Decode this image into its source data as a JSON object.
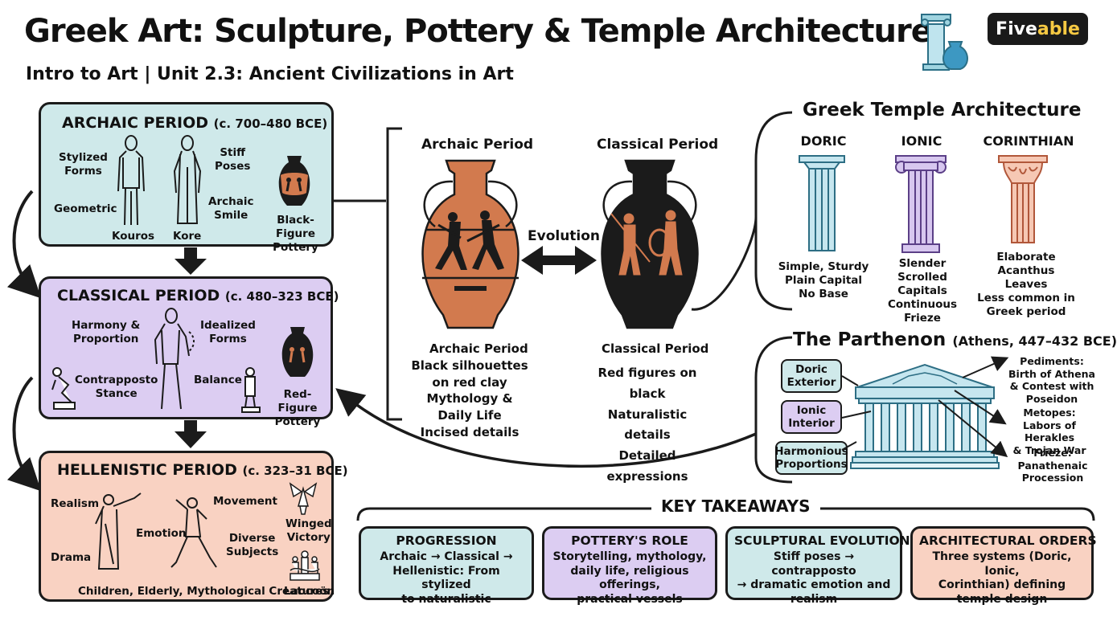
{
  "header": {
    "title": "Greek Art: Sculpture, Pottery & Temple Architecture",
    "subtitle": "Intro to Art | Unit 2.3: Ancient Civilizations in Art",
    "brand_a": "Five",
    "brand_b": "able"
  },
  "archaic": {
    "title": "ARCHAIC PERIOD",
    "dates": "(c. 700–480 BCE)",
    "stylized": "Stylized\nForms",
    "geometric": "Geometric",
    "kouros": "Kouros",
    "kore": "Kore",
    "stiff": "Stiff\nPoses",
    "smile": "Archaic\nSmile",
    "pottery": "Black-Figure\nPottery"
  },
  "classical": {
    "title": "CLASSICAL PERIOD",
    "dates": "(c. 480–323 BCE)",
    "harmony": "Harmony &\nProportion",
    "idealized": "Idealized\nForms",
    "contrapposto": "Contrapposto\nStance",
    "balance": "Balance",
    "pottery": "Red-Figure\nPottery"
  },
  "hellenistic": {
    "title": "HELLENISTIC PERIOD",
    "dates": "(c. 323–31 BCE)",
    "realism": "Realism",
    "movement": "Movement",
    "emotion": "Emotion",
    "drama": "Drama",
    "diverse": "Diverse\nSubjects",
    "winged": "Winged\nVictory",
    "children": "Children, Elderly, Mythological Creatures",
    "laocoon": "Laocoön"
  },
  "pottery": {
    "archaic_head": "Archaic Period",
    "classical_head": "Classical Period",
    "evolution": "Evolution",
    "archaic_desc_title": "Archaic Period",
    "archaic_desc": "Black silhouettes\non red clay\nMythology & Daily Life\nIncised details",
    "classical_desc_title": "Classical Period",
    "classical_desc": "Red figures on black\nNaturalistic details\nDetailed expressions"
  },
  "temple": {
    "title": "Greek Temple Architecture",
    "doric": "DORIC",
    "ionic": "IONIC",
    "corinthian": "CORINTHIAN",
    "doric_desc": "Simple, Sturdy\nPlain Capital\nNo Base",
    "ionic_desc": "Slender\nScrolled Capitals\nContinuous Frieze",
    "corinthian_desc": "Elaborate\nAcanthus Leaves\nLess common in\nGreek period"
  },
  "parthenon": {
    "title": "The Parthenon",
    "place": "(Athens, 447–432 BCE)",
    "doric_ext": "Doric\nExterior",
    "ionic_int": "Ionic\nInterior",
    "harmonious": "Harmonious\nProportions",
    "pediments": "Pediments:\nBirth of Athena\n& Contest with\nPoseidon",
    "metopes": "Metopes:\nLabors of Herakles\n& Trojan War",
    "frieze": "Frieze:\nPanathenaic\nProcession"
  },
  "takeaways": {
    "title": "KEY TAKEAWAYS",
    "items": [
      {
        "head": "PROGRESSION",
        "body": "Archaic → Classical →\nHellenistic: From stylized\nto naturalistic"
      },
      {
        "head": "POTTERY'S ROLE",
        "body": "Storytelling, mythology,\ndaily life, religious offerings,\npractical vessels"
      },
      {
        "head": "SCULPTURAL EVOLUTION",
        "body": "Stiff poses → contrapposto\n→ dramatic emotion and\nrealism"
      },
      {
        "head": "ARCHITECTURAL ORDERS",
        "body": "Three systems (Doric, Ionic,\nCorinthian) defining\ntemple design"
      }
    ]
  },
  "colors": {
    "archaic": "#cfe9ea",
    "classical": "#dccdf2",
    "hellenistic": "#f9d2c2",
    "terracotta": "#d27a4e",
    "black": "#1b1b1b"
  }
}
